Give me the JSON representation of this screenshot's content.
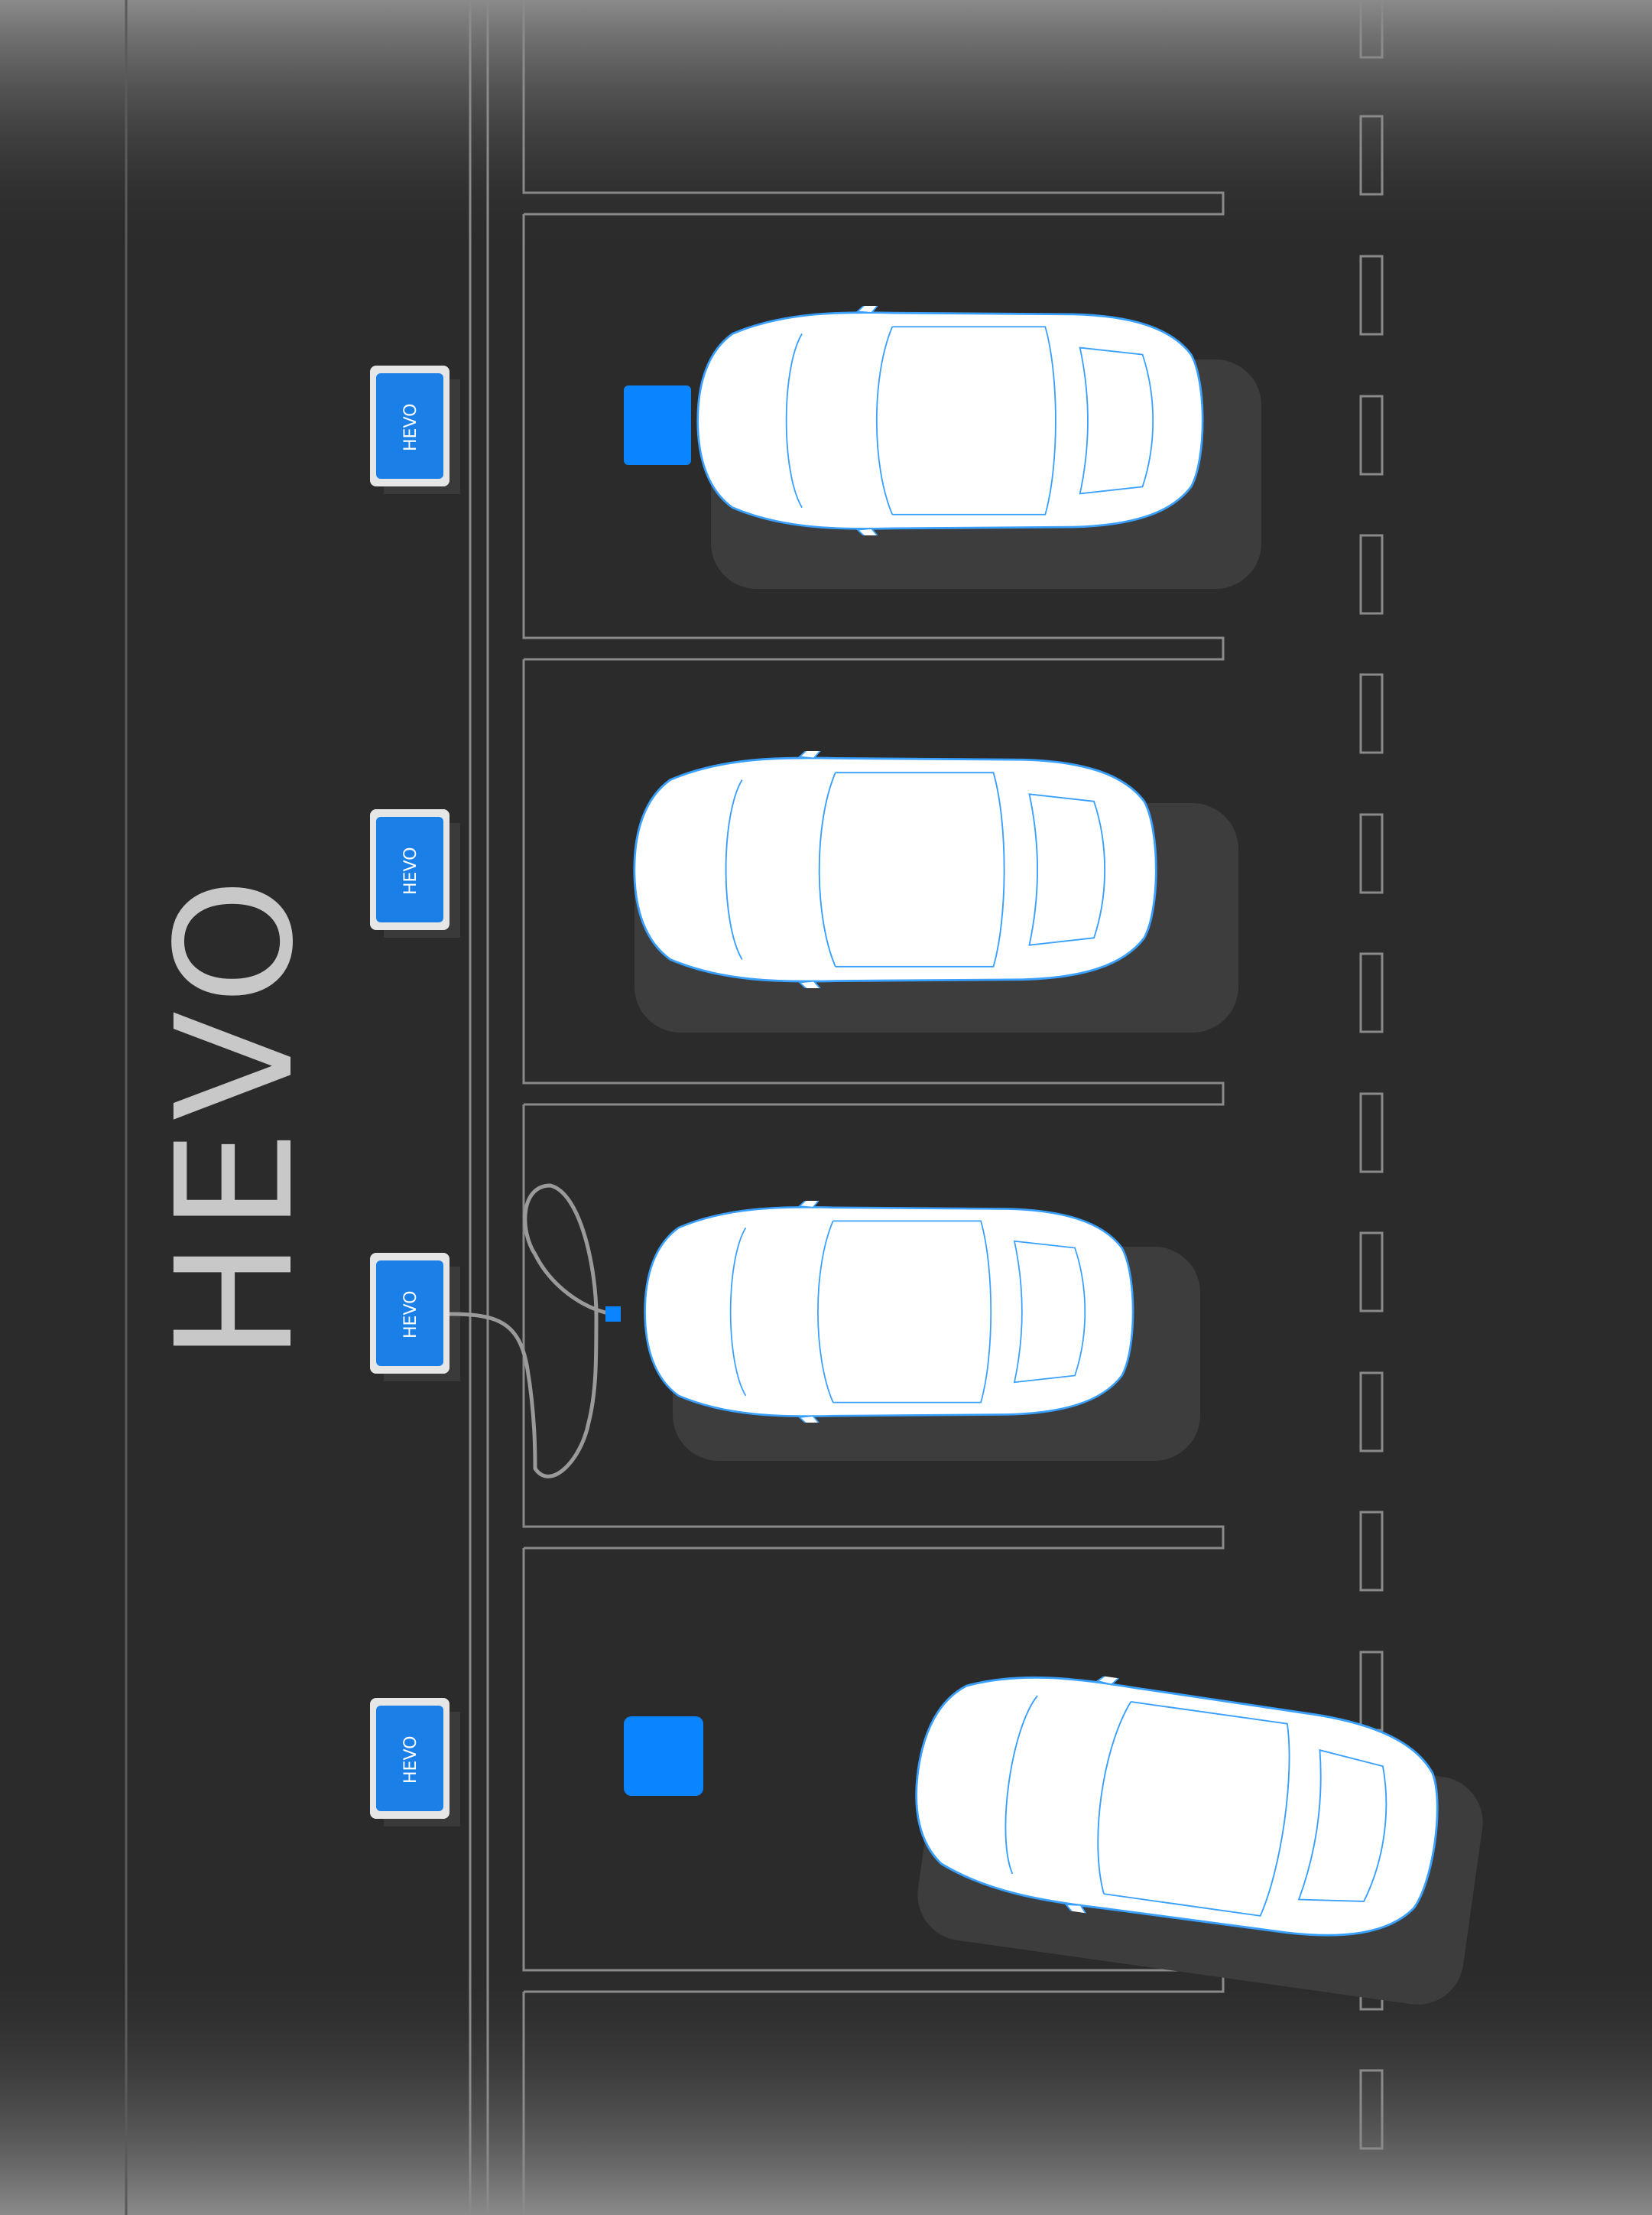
{
  "brand": {
    "logo_text": "HEVO",
    "charger_label": "HEVO"
  },
  "colors": {
    "asphalt": "#2b2b2b",
    "accent_blue": "#0a84ff",
    "car_body": "#ffffff",
    "car_outline": "#3aa0ff",
    "line_gray": "#8a8a8a",
    "logo_gray": "#c8c8c8"
  },
  "scene": {
    "orientation": "top-down parking lot, rotated 90°",
    "chargers": [
      {
        "name": "charger-1",
        "status": "idle"
      },
      {
        "name": "charger-2",
        "status": "idle"
      },
      {
        "name": "charger-3",
        "status": "charging-cable-connected"
      },
      {
        "name": "charger-4",
        "status": "idle"
      }
    ],
    "parking_bays": [
      {
        "name": "bay-1",
        "occupied": true,
        "ground_pad": true
      },
      {
        "name": "bay-2",
        "occupied": true,
        "ground_pad": false
      },
      {
        "name": "bay-3",
        "occupied": true,
        "ground_pad": false
      },
      {
        "name": "bay-4",
        "occupied": true,
        "ground_pad": true
      }
    ]
  }
}
